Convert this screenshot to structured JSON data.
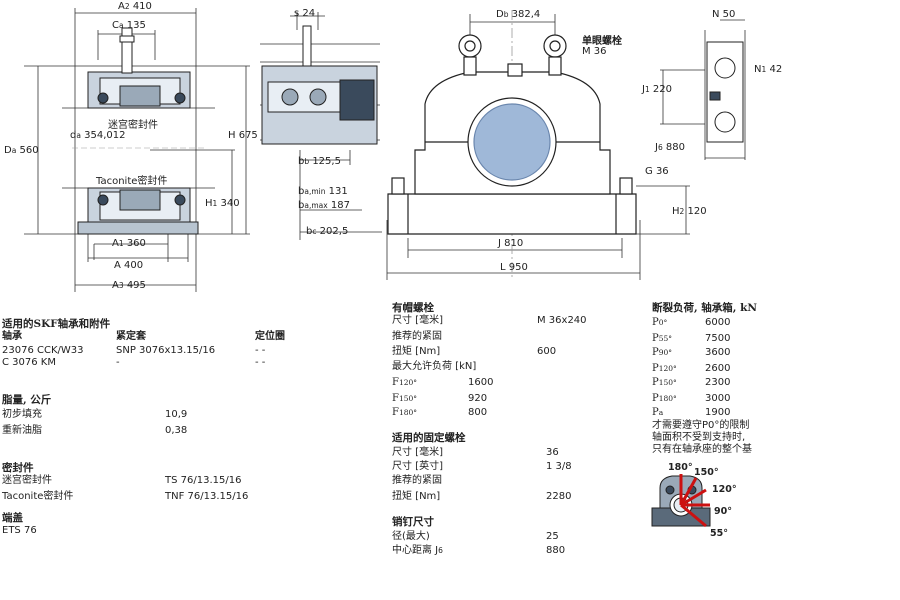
{
  "dims_left": {
    "A2": "410",
    "Ca": "135",
    "da": "354,012",
    "Da": "560",
    "H": "675",
    "H1": "340",
    "A1": "360",
    "A": "400",
    "A3": "495",
    "seal_labyrinth": "迷宫密封件",
    "seal_taconite": "Taconite密封件"
  },
  "dims_mid": {
    "s": "24",
    "bb": "125,5",
    "ba_min": "131",
    "ba_max": "187",
    "bc": "202,5"
  },
  "dims_right": {
    "Db": "382,4",
    "eye_bolt": "单眼螺栓",
    "eye_bolt_size": "M 36",
    "J1": "220",
    "J6": "880",
    "N": "50",
    "N1": "42",
    "G": "36",
    "H2": "120",
    "J": "810",
    "L": "950"
  },
  "bearings": {
    "title": "适用的SKF轴承和附件",
    "headers": [
      "轴承",
      "紧定套",
      "定位圈"
    ],
    "rows": [
      [
        "23076 CCK/W33",
        "SNP 3076x13.15/16",
        "-  -"
      ],
      [
        "C 3076 KM",
        "-",
        "-  -"
      ]
    ]
  },
  "grease": {
    "title": "脂量, 公斤",
    "rows": [
      [
        "初步填充",
        "10,9"
      ],
      [
        "重新油脂",
        "0,38"
      ]
    ]
  },
  "seals": {
    "title": "密封件",
    "rows": [
      [
        "迷宫密封件",
        "TS 76/13.15/16"
      ],
      [
        "Taconite密封件",
        "TNF 76/13.15/16"
      ]
    ]
  },
  "endcover": {
    "title": "端盖",
    "value": "ETS 76"
  },
  "cap_bolts": {
    "title": "有帽螺栓",
    "size_label": "尺寸 [毫米]",
    "size_value": "M 36x240",
    "tight_label": "推荐的紧固",
    "torque_label": "扭矩 [Nm]",
    "torque_value": "600",
    "maxload_label": "最大允许负荷 [kN]",
    "loads": [
      [
        "F",
        "120°",
        "1600"
      ],
      [
        "F",
        "150°",
        "920"
      ],
      [
        "F",
        "180°",
        "800"
      ]
    ]
  },
  "fix_bolts": {
    "title": "适用的固定螺栓",
    "rows": [
      [
        "尺寸 [毫米]",
        "36"
      ],
      [
        "尺寸 [英寸]",
        "1 3/8"
      ],
      [
        "推荐的紧固",
        ""
      ],
      [
        "扭矩 [Nm]",
        "2280"
      ]
    ]
  },
  "dowel": {
    "title": "销钉尺寸",
    "rows": [
      [
        "径(最大)",
        "25"
      ],
      [
        "中心距离 J",
        "880"
      ]
    ],
    "sub6": "6"
  },
  "breaking": {
    "title": "断裂负荷, 轴承箱, kN",
    "rows": [
      [
        "P",
        "0°",
        "6000"
      ],
      [
        "P",
        "55°",
        "7500"
      ],
      [
        "P",
        "90°",
        "3600"
      ],
      [
        "P",
        "120°",
        "2600"
      ],
      [
        "P",
        "150°",
        "2300"
      ],
      [
        "P",
        "180°",
        "3000"
      ],
      [
        "P",
        "a",
        "1900"
      ]
    ],
    "note": [
      "才需要遵守P0°的限制",
      "轴面积不受到支持时,",
      "只有在轴承座的整个基"
    ],
    "angles": [
      "180°",
      "150°",
      "120°",
      "90°",
      "55°"
    ],
    "accent": "#cc1111"
  }
}
